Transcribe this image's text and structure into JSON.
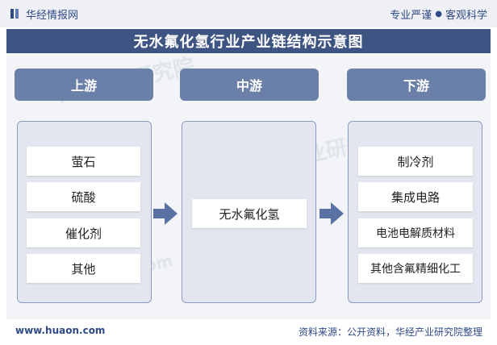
{
  "header": {
    "logo_text": "华经情报网",
    "slogan_left": "专业严谨",
    "slogan_dot": "●",
    "slogan_right": "客观科学"
  },
  "title": "无水氟化氢行业产业链结构示意图",
  "stages": {
    "upstream": {
      "label": "上游",
      "items": [
        "萤石",
        "硫酸",
        "催化剂",
        "其他"
      ]
    },
    "midstream": {
      "label": "中游",
      "items": [
        "无水氟化氢"
      ]
    },
    "downstream": {
      "label": "下游",
      "items": [
        "制冷剂",
        "集成电路",
        "电池电解质材料",
        "其他含氟精细化工"
      ]
    }
  },
  "footer": {
    "website": "www.huaon.com",
    "source": "资料来源：公开资料，华经产业研究院整理"
  },
  "watermark": {
    "text_cn": "华经产业研究院",
    "text_en": "www.huaon.com"
  },
  "colors": {
    "title_bg": "#3e5483",
    "stage_bg": "#6a80a9",
    "panel_bg": "#e3e6ee",
    "arrow": "#5a72a3",
    "brand": "#2f4a86"
  }
}
